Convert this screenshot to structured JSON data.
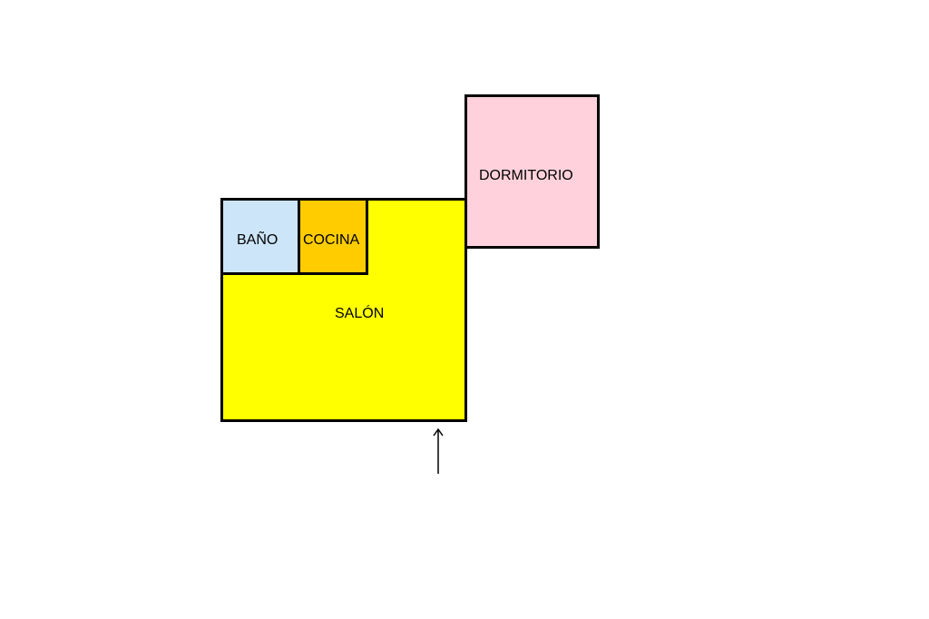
{
  "floor_plan": {
    "rooms": [
      {
        "id": "salon",
        "label": "SALÓN",
        "color": "#ffff00"
      },
      {
        "id": "bano",
        "label": "BAÑO",
        "color": "#cce5f8"
      },
      {
        "id": "cocina",
        "label": "COCINA",
        "color": "#ffcc00"
      },
      {
        "id": "dormitorio",
        "label": "DORMITORIO",
        "color": "#ffd1dc"
      }
    ],
    "wall_color": "#000000",
    "background_color": "#ffffff",
    "entrance_icon": "arrow-up-icon"
  }
}
